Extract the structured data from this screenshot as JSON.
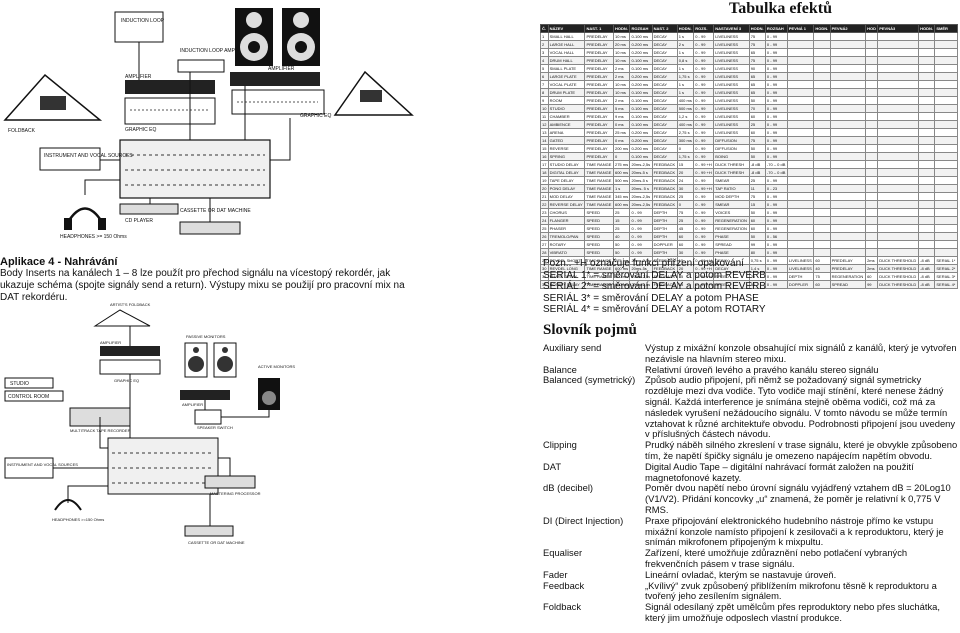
{
  "page_title": "Tabulka efektů",
  "diagram_top": {
    "labels": {
      "induction_loop": "INDUCTION LOOP",
      "induction_loop_amp": "INDUCTION LOOP AMP",
      "amplifier_left": "AMPLIFIER",
      "amplifier_right": "AMPLIFIER",
      "foldback": "FOLDBACK",
      "graphic_eq_left": "GRAPHIC EQ",
      "graphic_eq_right": "GRAPHIC EQ",
      "instrument_vocal": "INSTRUMENT AND VOCAL SOURCES",
      "cd_player": "CD PLAYER",
      "cassette_dat": "CASSETTE OR DAT MACHINE",
      "headphones": "HEADPHONES >= 150 Ohms"
    }
  },
  "diagram_bottom": {
    "labels": {
      "artists_foldback": "ARTIST'S FOLDBACK",
      "amplifier_top": "AMPLIFIER",
      "graphic_eq": "GRAPHIC EQ",
      "passive_monitors": "PASSIVE MONITORS",
      "active_monitors": "ACTIVE MONITORS",
      "amplifier_mid": "AMPLIFIER",
      "speaker_switch": "SPEAKER SWITCH",
      "studio": "STUDIO",
      "control_room": "CONTROL ROOM",
      "multitrack": "MULTITRACK TAPE RECORDER",
      "instrument_vocal": "INSTRUMENT AND VOCAL SOURCES",
      "mastering": "MASTERING PROCESSOR",
      "headphones": "HEADPHONES >=150 Ohms",
      "cassette_dat": "CASSETTE OR DAT MACHINE"
    }
  },
  "application": {
    "heading": "Aplikace 4 - Nahrávání",
    "text": "Body Inserts na kanálech 1 – 8 lze použít pro přechod signálu na vícestopý rekordér, jak ukazuje schéma (spojte signály send a return). Výstupy mixu se použijí pro pracovní mix na DAT rekordéru."
  },
  "note": {
    "lines": [
      "Pozn.: +H označuje funkci přiřzení opakování",
      "SERIAL 1* = směrování DELAY a potom REVERB",
      "SERIÁL 2* = směrování  DELAY a potom REVERB",
      "SERIÁL 3* = směrování  DELAY a potom PHASE",
      "SERIÁL 4* = směrování  DELAY a potom ROTARY"
    ]
  },
  "effects_table": {
    "headers": [
      "Č.",
      "NÁZEV",
      "NAST. 1",
      "HODN.",
      "ROZSAH",
      "NAST. 2",
      "HODN.",
      "ROZS.",
      "NASTAVENÍ 3",
      "HODN.",
      "ROZSAH",
      "PEVNÁ 1",
      "HODN.",
      "PEVNÁ2",
      "HOD",
      "PEVNÁ3",
      "HODN.",
      "SMĚR"
    ],
    "rows": [
      [
        "1",
        "SMALL HALL",
        "PREDELAY",
        "10 ms",
        "0-100 ms",
        "DECAY",
        "1 s",
        "0 - 99",
        "LIVELINESS",
        "75",
        "0 - 99",
        "",
        "",
        "",
        "",
        "",
        "",
        ""
      ],
      [
        "2",
        "LARGE HALL",
        "PREDELAY",
        "20 ms",
        "0-200 ms",
        "DECAY",
        "2 s",
        "0 - 99",
        "LIVELINESS",
        "75",
        "0 - 99",
        "",
        "",
        "",
        "",
        "",
        "",
        ""
      ],
      [
        "3",
        "VOCAL HALL",
        "PREDELAY",
        "10 ms",
        "0-200 ms",
        "DECAY",
        "1 s",
        "0 - 99",
        "LIVELINESS",
        "65",
        "0 - 99",
        "",
        "",
        "",
        "",
        "",
        "",
        ""
      ],
      [
        "4",
        "DRUM HALL",
        "PREDELAY",
        "10 ms",
        "0-100 ms",
        "DECAY",
        "0,8 s",
        "0 - 99",
        "LIVELINESS",
        "75",
        "0 - 99",
        "",
        "",
        "",
        "",
        "",
        "",
        ""
      ],
      [
        "5",
        "SMALL PLATE",
        "PREDELAY",
        "2 ms",
        "0-100 ms",
        "DECAY",
        "1 s",
        "0 - 99",
        "LIVELINESS",
        "90",
        "0 - 99",
        "",
        "",
        "",
        "",
        "",
        "",
        ""
      ],
      [
        "6",
        "LARGE PLATE",
        "PREDELAY",
        "2 ms",
        "0-200 ms",
        "DECAY",
        "1,75 s",
        "0 - 99",
        "LIVELINESS",
        "65",
        "0 - 99",
        "",
        "",
        "",
        "",
        "",
        "",
        ""
      ],
      [
        "7",
        "VOCAL PLATE",
        "PREDELAY",
        "10 ms",
        "0-200 ms",
        "DECAY",
        "1 s",
        "0 - 99",
        "LIVELINESS",
        "65",
        "0 - 99",
        "",
        "",
        "",
        "",
        "",
        "",
        ""
      ],
      [
        "8",
        "DRUM PLATE",
        "PREDELAY",
        "10 ms",
        "0-100 ms",
        "DECAY",
        "1 s",
        "0 - 99",
        "LIVELINESS",
        "65",
        "0 - 99",
        "",
        "",
        "",
        "",
        "",
        "",
        ""
      ],
      [
        "9",
        "ROOM",
        "PREDELAY",
        "2 ms",
        "0-100 ms",
        "DECAY",
        "400 ms",
        "0 - 99",
        "LIVELINESS",
        "50",
        "0 - 99",
        "",
        "",
        "",
        "",
        "",
        "",
        ""
      ],
      [
        "10",
        "STUDIO",
        "PREDELAY",
        "5 ms",
        "0-100 ms",
        "DECAY",
        "500 ms",
        "0 - 99",
        "LIVELINESS",
        "70",
        "0 - 99",
        "",
        "",
        "",
        "",
        "",
        "",
        ""
      ],
      [
        "11",
        "CHAMBER",
        "PREDELAY",
        "9 ms",
        "0-100 ms",
        "DECAY",
        "1,2 s",
        "0 - 99",
        "LIVELINESS",
        "60",
        "0 - 99",
        "",
        "",
        "",
        "",
        "",
        "",
        ""
      ],
      [
        "12",
        "AMBIENCE",
        "PREDELAY",
        "0 ms",
        "0-100 ms",
        "DECAY",
        "400 ms",
        "0 - 99",
        "LIVELINESS",
        "25",
        "0 - 99",
        "",
        "",
        "",
        "",
        "",
        "",
        ""
      ],
      [
        "13",
        "ARENA",
        "PREDELAY",
        "25 ms",
        "0-200 ms",
        "DECAY",
        "2,75 s",
        "0 - 99",
        "LIVELINESS",
        "60",
        "0 - 99",
        "",
        "",
        "",
        "",
        "",
        "",
        ""
      ],
      [
        "14",
        "GATED",
        "PREDELAY",
        "0 ms",
        "0-200 ms",
        "DECAY",
        "300 ms",
        "0 - 99",
        "DIFFUSION",
        "75",
        "0 - 99",
        "",
        "",
        "",
        "",
        "",
        "",
        ""
      ],
      [
        "15",
        "REVERSE",
        "PREDELAY",
        "200 ms",
        "0-200 ms",
        "DECAY",
        "0",
        "0 - 99",
        "DIFFUSION",
        "50",
        "0 - 99",
        "",
        "",
        "",
        "",
        "",
        "",
        ""
      ],
      [
        "16",
        "SPRING",
        "PREDELAY",
        "0",
        "0-100 ms",
        "DECAY",
        "1,75 s",
        "0 - 99",
        "BOING",
        "50",
        "0 - 99",
        "",
        "",
        "",
        "",
        "",
        "",
        ""
      ],
      [
        "17",
        "STUDIO DELAY",
        "TIME RANGE",
        "275 ms",
        "20ms-2,5s",
        "FEEDBACK",
        "15",
        "0 - 99 +H",
        "DUCK THRESH",
        "-8 dB",
        "-70 – 0 dB",
        "",
        "",
        "",
        "",
        "",
        "",
        ""
      ],
      [
        "18",
        "DIGITAL DELAY",
        "TIME RANGE",
        "600 ms",
        "20ms-5 s",
        "FEEDBACK",
        "20",
        "0 - 99 +H",
        "DUCK THRESH",
        "-8 dB",
        "-70 – 0 dB",
        "",
        "",
        "",
        "",
        "",
        "",
        ""
      ],
      [
        "19",
        "TAPE DELAY",
        "TIME RANGE",
        "500 ms",
        "20ms-5 s",
        "FEEDBACK",
        "24",
        "0 - 99",
        "SMEAR",
        "25",
        "0 - 99",
        "",
        "",
        "",
        "",
        "",
        "",
        ""
      ],
      [
        "20",
        "PONG DELAY",
        "TIME RANGE",
        "1 s",
        "20ms- 5 s",
        "FEEDBACK",
        "30",
        "0 - 99 +H",
        "TAP RATIO",
        "11",
        "0 - 23",
        "",
        "",
        "",
        "",
        "",
        "",
        ""
      ],
      [
        "21",
        "MOD DELAY",
        "TIME RANGE",
        "345 ms",
        "20ms-2,5s",
        "FEEDBACK",
        "25",
        "0 - 99",
        "MOD DEPTH",
        "75",
        "0 - 99",
        "",
        "",
        "",
        "",
        "",
        "",
        ""
      ],
      [
        "22",
        "REVERSE DELAY",
        "TIME RANGE",
        "600 ms",
        "20ms-2,5s",
        "FEEDBACK",
        "0",
        "0 - 99",
        "SMEAR",
        "15",
        "0 - 99",
        "",
        "",
        "",
        "",
        "",
        "",
        ""
      ],
      [
        "23",
        "CHORUS",
        "SPEED",
        "25",
        "0 - 99",
        "DEPTH",
        "75",
        "0 - 99",
        "VOICES",
        "50",
        "0 - 99",
        "",
        "",
        "",
        "",
        "",
        "",
        ""
      ],
      [
        "24",
        "FLANGER",
        "SPEED",
        "15",
        "0 - 99",
        "DEPTH",
        "25",
        "0 - 99",
        "REGENERATION",
        "60",
        "0 - 99",
        "",
        "",
        "",
        "",
        "",
        "",
        ""
      ],
      [
        "25",
        "PHASER",
        "SPEED",
        "25",
        "0 - 99",
        "DEPTH",
        "45",
        "0 - 99",
        "REGENERATION",
        "60",
        "0 - 99",
        "",
        "",
        "",
        "",
        "",
        "",
        ""
      ],
      [
        "26",
        "TREMOLO/PAN",
        "SPEED",
        "40",
        "0 - 99",
        "DEPTH",
        "60",
        "0 - 99",
        "PHASE",
        "50",
        "0 - 56",
        "",
        "",
        "",
        "",
        "",
        "",
        ""
      ],
      [
        "27",
        "ROTARY",
        "SPEED",
        "50",
        "0 - 99",
        "DOPPLER",
        "60",
        "0 - 99",
        "SPREAD",
        "99",
        "0 - 99",
        "",
        "",
        "",
        "",
        "",
        "",
        ""
      ],
      [
        "28",
        "VIBRATO",
        "SPEED",
        "50",
        "0 - 99",
        "DEPTH",
        "30",
        "0 - 99",
        "PHASE",
        "80",
        "0 - 99",
        "",
        "",
        "",
        "",
        "",
        "",
        ""
      ],
      [
        "29",
        "REVDEL SHORT",
        "TIME RANGE",
        "275 ms",
        "20ms-2,5s",
        "FEEDBACK",
        "15",
        "0 - 99 +H",
        "DECAY",
        "0,75 s",
        "0 - 99",
        "LIVELINESS",
        "60",
        "PREDELAY",
        "2ms",
        "DUCK THRESHOLD",
        "-8 dB",
        "SERIAL 1*"
      ],
      [
        "30",
        "REVDEL LONG",
        "TIME RANGE",
        "600 ms",
        "20ms-5s",
        "FEEDBACK",
        "20",
        "0 - 99 +H",
        "DECAY",
        "1,4 s",
        "0 - 99",
        "LIVELINESS",
        "40",
        "PREDELAY",
        "2ms",
        "DUCK THRESHOLD",
        "-8 dB",
        "SERIAL 2*"
      ],
      [
        "31",
        "PHASE DELAY",
        "TIME RANGE",
        "600 ms",
        "20ms-2,5s",
        "FEEDBACK",
        "15",
        "0 - 99 +H",
        "SPEED",
        "25",
        "0 - 99",
        "DEPTH",
        "75",
        "REGENERATION",
        "60",
        "DUCK THRESHOLD",
        "-8 dB",
        "SERIAL 3*"
      ],
      [
        "32",
        "ROTARY DELAY",
        "TIME RANGE",
        "600 ms",
        "20ms-2,5s",
        "FEEDBACK",
        "15",
        "0 - 99 +H",
        "SPEED",
        "50",
        "0 - 99",
        "DOPPLER",
        "60",
        "SPREAD",
        "99",
        "DUCK THRESHOLD",
        "-8 dB",
        "SERIAL 4*"
      ]
    ]
  },
  "glossary": {
    "title": "Slovník pojmů",
    "entries": [
      {
        "term": "Auxiliary send",
        "definition": "Výstup z mixážní konzole obsahující mix signálů z kanálů, který je vytvořen nezávisle na hlavním stereo mixu."
      },
      {
        "term": "Balance",
        "definition": "Relativní úroveň levého a pravého kanálu stereo signálu"
      },
      {
        "term": "Balanced (symetrický)",
        "definition": "Způsob audio připojení, při němž se požadovaný signál symetricky rozděluje mezi dva vodiče. Tyto vodiče mají stínění, které nenese žádný signál. Každá interference je snímána stejně oběma vodiči, což má za následek vyrušení nežádoucího signálu. V tomto návodu se může termín vztahovat k různé architektuře obvodu. Podrobnosti připojení jsou uvedeny v příslušných částech návodu."
      },
      {
        "term": "Clipping",
        "definition": "Prudký náběh silného zkreslení v trase signálu, které je obvykle způsobeno tím, že napětí špičky signálu je omezeno napájecím napětím obvodu."
      },
      {
        "term": "DAT",
        "definition": "Digital Audio Tape – digitální nahrávací formát založen na použití magnetofonové kazety."
      },
      {
        "term": "dB (decibel)",
        "definition": "Poměr dvou napětí nebo úrovní signálu vyjádřený vztahem dB = 20Log10 (V1/V2). Přidání koncovky „u“ znamená, že poměr je relativní k 0,775 V RMS."
      },
      {
        "term": "DI (Direct Injection)",
        "definition": "Praxe připojování elektronického hudebního nástroje přímo ke vstupu mixážní konzole namísto připojení k zesilovači a k reproduktoru, který je snímán mikrofonem připojeným k mixpultu."
      },
      {
        "term": "Equaliser",
        "definition": "Zařízení, které umožňuje zdůraznění nebo potlačení vybraných frekvenčních pásem v trase signálu."
      },
      {
        "term": "Fader",
        "definition": "Lineární ovladač, kterým se nastavuje úroveň."
      },
      {
        "term": "Feedback",
        "definition": "„Kvílivý“ zvuk způsobený přiblížením mikrofonu těsně k reproduktoru a tvořený jeho zesílením signálem."
      },
      {
        "term": "Foldback",
        "definition": "Signál odesílaný zpět umělcům přes reproduktory nebo přes sluchátka, který jim umožňuje odposlech vlastní produkce."
      }
    ]
  },
  "colors": {
    "text": "#111111",
    "table_header_bg": "#222222",
    "table_header_text": "#ffffff"
  }
}
